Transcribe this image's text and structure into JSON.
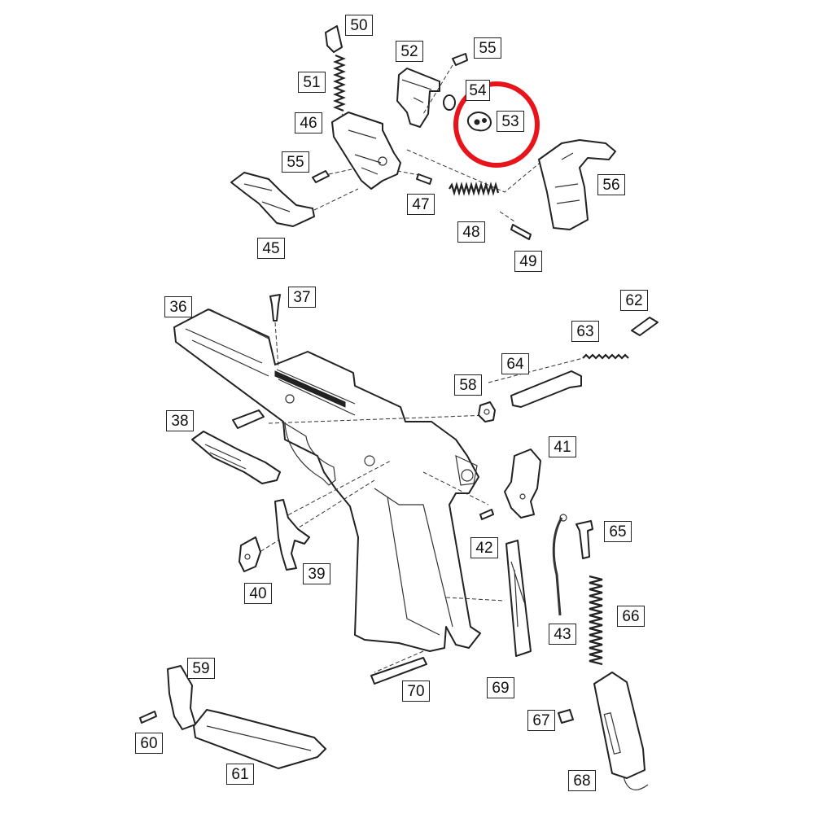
{
  "diagram": {
    "highlight_color": "#e8141b",
    "labels": {
      "p36": "36",
      "p37": "37",
      "p38": "38",
      "p39": "39",
      "p40": "40",
      "p41": "41",
      "p42": "42",
      "p43": "43",
      "p45": "45",
      "p46": "46",
      "p47": "47",
      "p48": "48",
      "p49": "49",
      "p50": "50",
      "p51": "51",
      "p52": "52",
      "p53": "53",
      "p54": "54",
      "p55a": "55",
      "p55b": "55",
      "p56": "56",
      "p58": "58",
      "p59": "59",
      "p60": "60",
      "p61": "61",
      "p62": "62",
      "p63": "63",
      "p64": "64",
      "p65": "65",
      "p66": "66",
      "p67": "67",
      "p68": "68",
      "p69": "69",
      "p70": "70"
    }
  }
}
